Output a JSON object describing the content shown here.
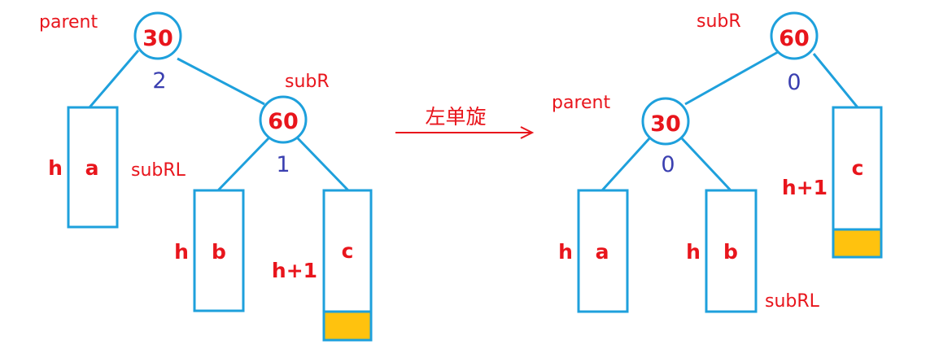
{
  "left": {
    "parent_label": "parent",
    "parent_value": "30",
    "parent_bf": "2",
    "subR_label": "subR",
    "subR_value": "60",
    "subR_bf": "1",
    "subRL_label": "subRL",
    "a_height": "h",
    "a_label": "a",
    "b_height": "h",
    "b_label": "b",
    "c_height": "h+1",
    "c_label": "c"
  },
  "arrow": {
    "label": "左单旋"
  },
  "right": {
    "subR_label": "subR",
    "subR_value": "60",
    "subR_bf": "0",
    "parent_label": "parent",
    "parent_value": "30",
    "parent_bf": "0",
    "subRL_label": "subRL",
    "a_height": "h",
    "a_label": "a",
    "b_height": "h",
    "b_label": "b",
    "c_height": "h+1",
    "c_label": "c"
  },
  "colors": {
    "line": "#1ea0dc",
    "text_red": "#e8151c",
    "text_blue": "#3a3fb0",
    "highlight": "#ffc20e"
  }
}
